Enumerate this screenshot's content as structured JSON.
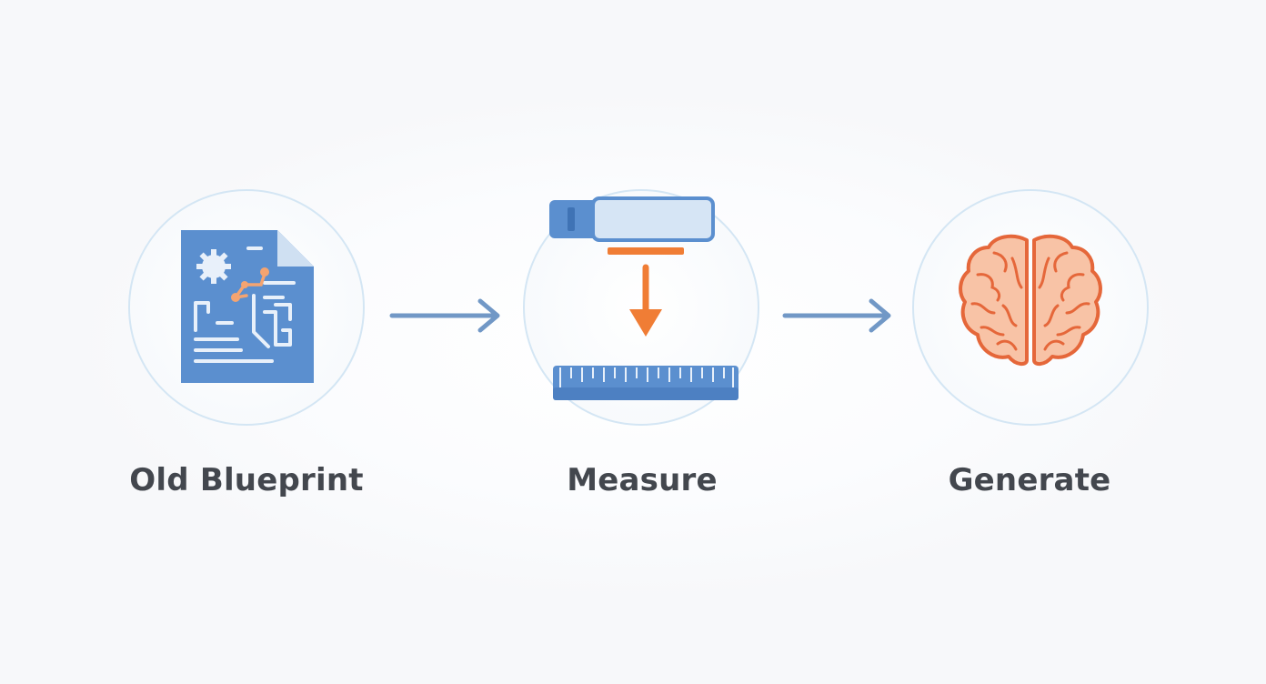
{
  "steps": [
    {
      "label": "Old Blueprint",
      "icon": "blueprint-document-icon"
    },
    {
      "label": "Measure",
      "icon": "ruler-measure-icon"
    },
    {
      "label": "Generate",
      "icon": "brain-icon"
    }
  ],
  "colors": {
    "blue": "#5b8fcf",
    "blue_light": "#cfe0f2",
    "orange": "#f07d35",
    "brain_fill": "#f8c3a6",
    "brain_stroke": "#e5673a",
    "arrow": "#7198c6",
    "text": "#43474e",
    "circle_border": "#d4e6f4"
  }
}
